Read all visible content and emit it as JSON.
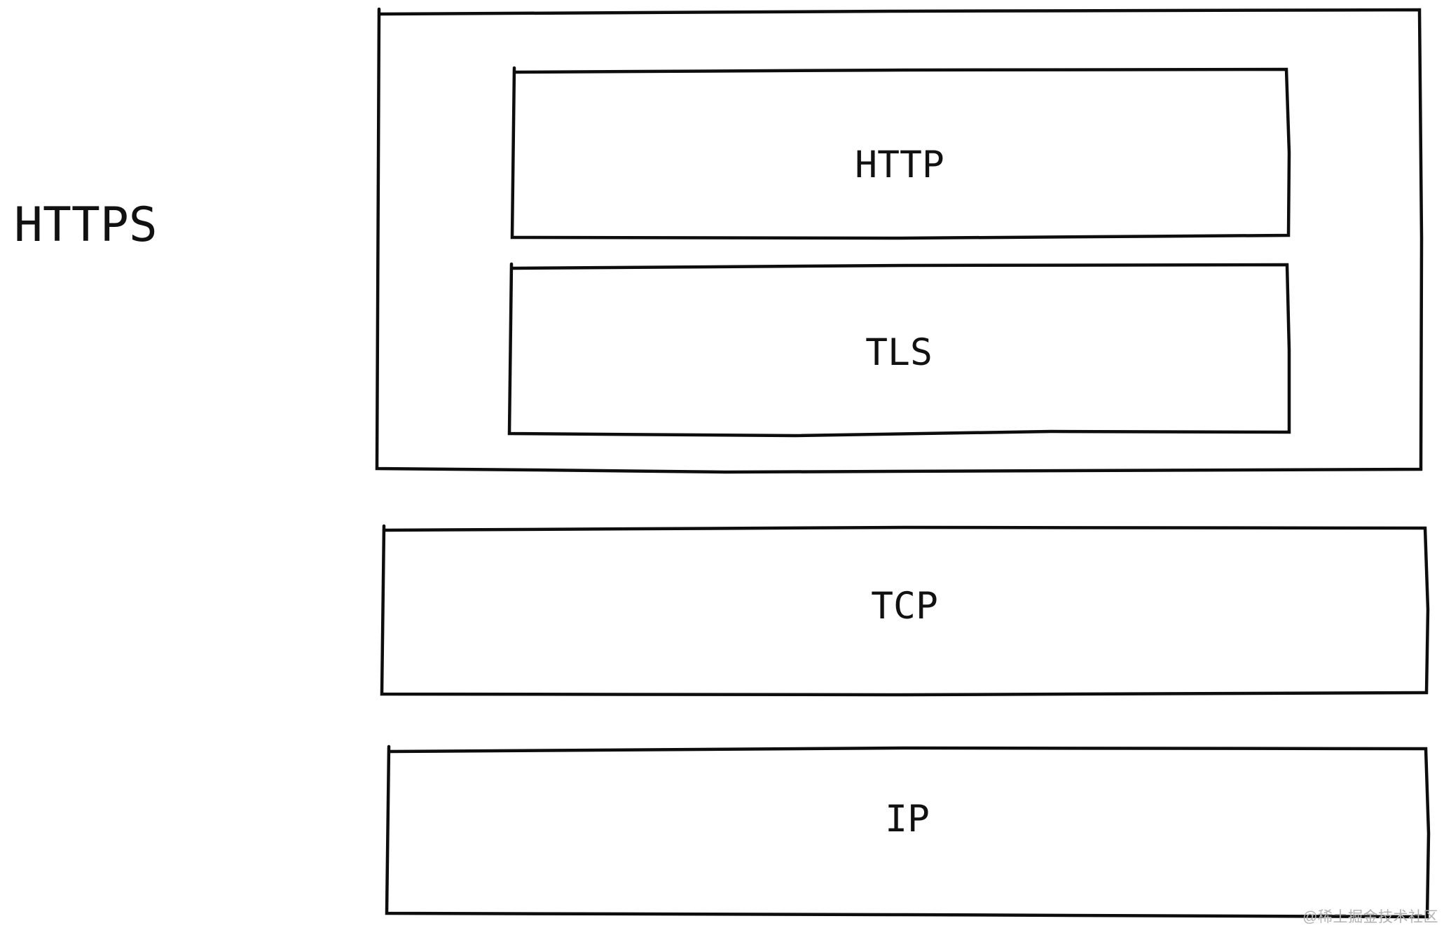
{
  "diagram": {
    "stack_label": "HTTPS",
    "boxes": [
      {
        "id": "http",
        "label": "HTTP"
      },
      {
        "id": "tls",
        "label": "TLS"
      },
      {
        "id": "tcp",
        "label": "TCP"
      },
      {
        "id": "ip",
        "label": "IP"
      }
    ],
    "colors": {
      "stroke": "#0d0d0d",
      "text": "#111111",
      "background": "#ffffff",
      "watermark": "#b2b2b2"
    }
  },
  "watermark": {
    "text": "@稀土掘金技术社区"
  }
}
